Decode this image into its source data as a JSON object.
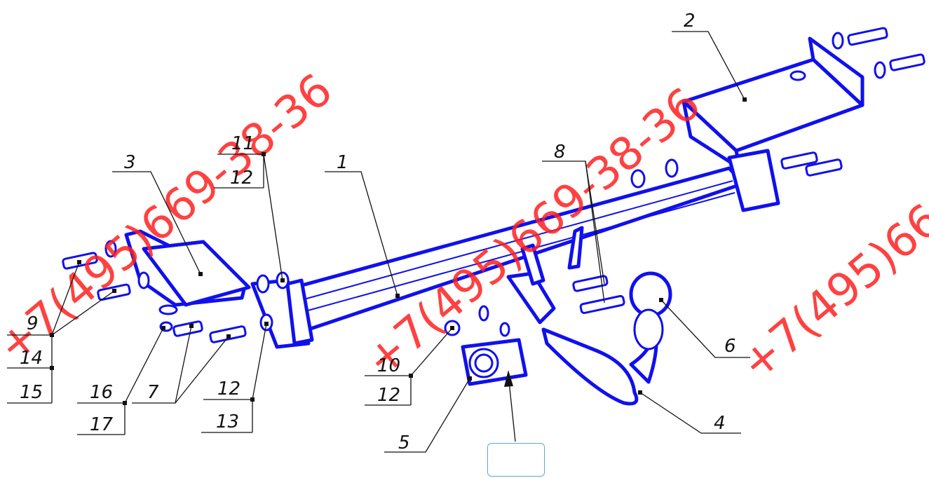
{
  "watermark": "+7(495)669-38-36",
  "labels": {
    "p1": "1",
    "p2": "2",
    "p3": "3",
    "p4": "4",
    "p5": "5",
    "p6": "6",
    "p7": "7",
    "p8": "8",
    "p9": "9",
    "p10": "10",
    "p12a": "12",
    "p11": "11",
    "p12b": "12",
    "p12c": "12",
    "p13": "13",
    "p14": "14",
    "p15": "15",
    "p16": "16",
    "p17": "17"
  },
  "colors": {
    "part": "#1010ee",
    "watermark": "#ff2020",
    "leader": "#111111"
  }
}
